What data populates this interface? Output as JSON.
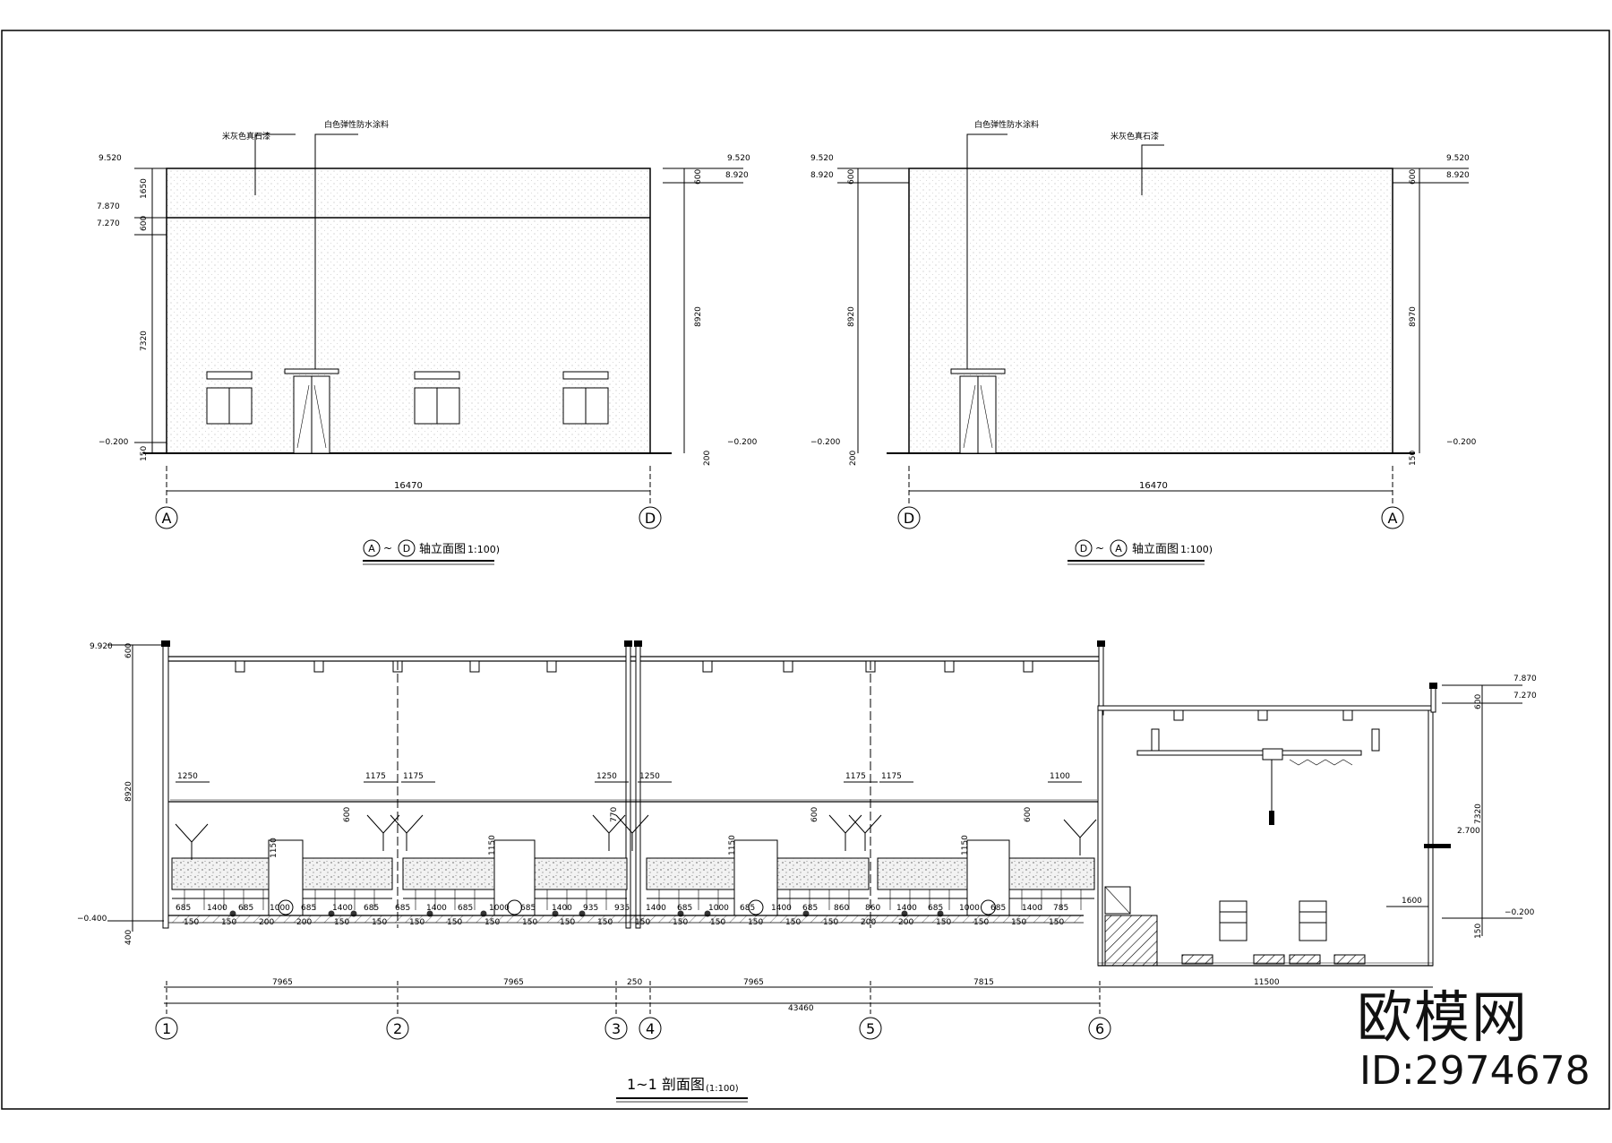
{
  "elev_left": {
    "title": "轴立面图",
    "scale": "1:100)",
    "axis_start": "A",
    "axis_end": "D",
    "note_top": "米灰色真石漆",
    "note_mid": "白色弹性防水涂料",
    "levels_left": [
      "9.520",
      "7.870",
      "7.270",
      "−0.200"
    ],
    "levels_right": [
      "9.520",
      "8.920",
      "−0.200"
    ],
    "dims_left": [
      "1650",
      "600",
      "7320",
      "150"
    ],
    "dims_right": [
      "600",
      "8920",
      "200"
    ],
    "width": "16470"
  },
  "elev_right": {
    "title": "轴立面图",
    "scale": "1:100)",
    "axis_start": "D",
    "axis_end": "A",
    "note_top": "白色弹性防水涂料",
    "note_mid": "米灰色真石漆",
    "levels_left": [
      "9.520",
      "8.920",
      "−0.200"
    ],
    "levels_right": [
      "9.520",
      "8.920",
      "−0.200"
    ],
    "dims_left": [
      "600",
      "8920",
      "200"
    ],
    "dims_right": [
      "600",
      "8970",
      "150"
    ],
    "width": "16470"
  },
  "section": {
    "title": "1~1 剖面图",
    "scale": "(1:100)",
    "axes": [
      "1",
      "2",
      "3",
      "4",
      "5",
      "6"
    ],
    "levels_left": [
      "9.920",
      "−0.400"
    ],
    "levels_right": [
      "7.870",
      "7.270",
      "2.700",
      "−0.200"
    ],
    "dims_left": [
      "600",
      "8920",
      "400"
    ],
    "dims_right": [
      "600",
      "7320",
      "150"
    ],
    "bay_dims": [
      "7965",
      "7965",
      "250",
      "7965",
      "7815",
      "11500"
    ],
    "total": "43460",
    "tops": [
      "1250",
      "1175",
      "1175",
      "1250",
      "1250",
      "1175",
      "1175",
      "1100"
    ],
    "verts": [
      "1150",
      "600",
      "770",
      "600",
      "600"
    ],
    "bottom_a": "685",
    "bottom_b": "1400",
    "bottom_c": "1000",
    "bottom_d": "150",
    "bottom_e": "200",
    "bottom_f": "935",
    "bottom_g": "860",
    "bottom_h": "785",
    "room_dim": "1600"
  },
  "brand": {
    "name": "欧模网",
    "id": "ID:2974678"
  },
  "colors": {
    "ink": "#000000",
    "fill": "#f4f4f4"
  }
}
